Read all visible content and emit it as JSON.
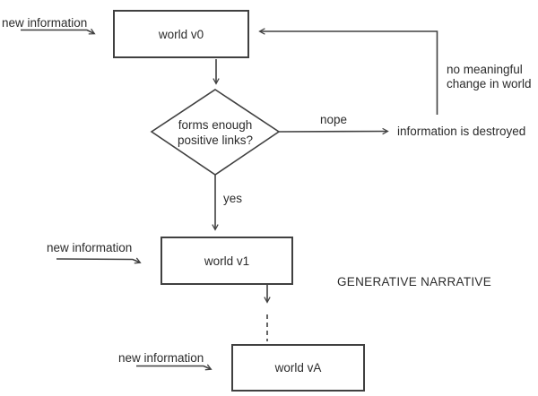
{
  "diagram": {
    "title": "GENERATIVE NARRATIVE",
    "nodes": {
      "world_v0": "world v0",
      "world_v1": "world v1",
      "world_vA": "world vA",
      "decision": {
        "line1": "forms enough",
        "line2": "positive links?"
      }
    },
    "labels": {
      "new_information_top": "new information",
      "new_information_mid": "new information",
      "new_information_bottom": "new information",
      "nope": "nope",
      "yes": "yes",
      "information_destroyed": "information is destroyed",
      "no_change_line1": "no meaningful",
      "no_change_line2": "change in world"
    },
    "colors": {
      "line": "#404040",
      "text": "#2b2b2b",
      "background": "#ffffff"
    }
  }
}
